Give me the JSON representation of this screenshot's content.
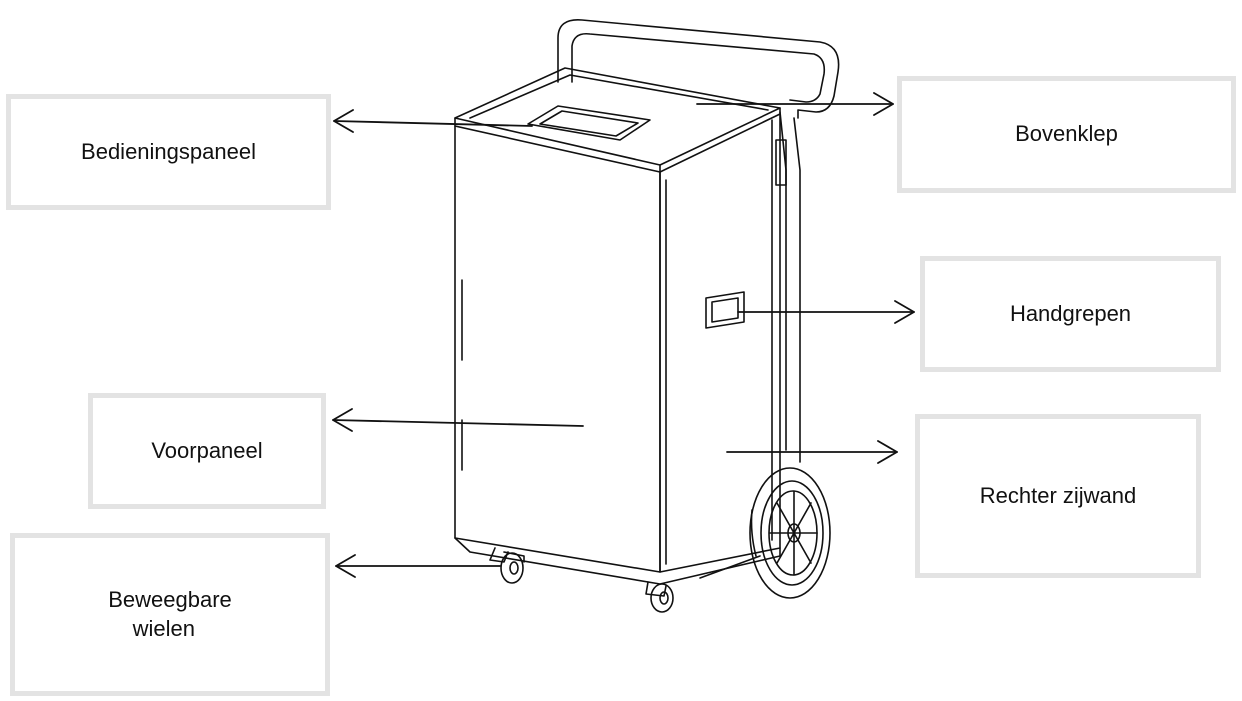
{
  "labels": {
    "control_panel": "Bedieningspaneel",
    "top_cover": "Bovenklep",
    "handles": "Handgrepen",
    "front_panel": "Voorpaneel",
    "right_side_wall": "Rechter zijwand",
    "wheels_line1": "Beweegbare",
    "wheels_line2": "wielen"
  },
  "colors": {
    "line": "#111111",
    "box_border": "#e3e3e3",
    "text": "#111111",
    "background": "#ffffff"
  }
}
